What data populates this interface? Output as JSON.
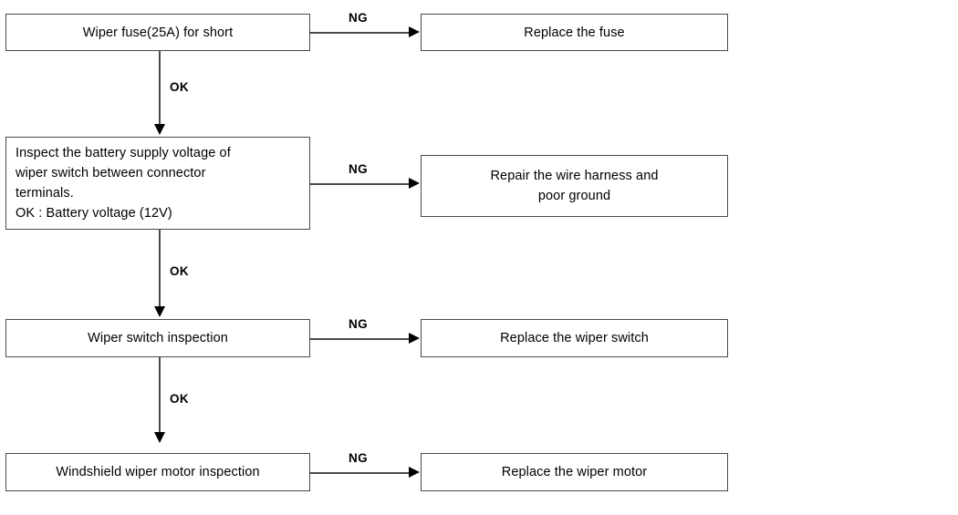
{
  "diagram": {
    "title": "Windshield wiper troubleshooting flowchart",
    "type": "flowchart",
    "background_color": "#ffffff",
    "border_color": "#4a4a4a",
    "text_color": "#000000"
  },
  "nodes": {
    "check_fuse": "Wiper fuse(25A) for short",
    "replace_fuse": "Replace the fuse",
    "check_voltage": "Inspect the battery supply voltage of\nwiper switch between connector\nterminals.\nOK : Battery voltage (12V)",
    "repair_harness": "Repair the wire harness and\npoor ground",
    "check_switch": "Wiper switch inspection",
    "replace_switch": "Replace the wiper switch",
    "check_motor": "Windshield wiper motor inspection",
    "replace_motor": "Replace the wiper motor"
  },
  "edges": {
    "ng_fuse": "NG",
    "ok_fuse": "OK",
    "ng_voltage": "NG",
    "ok_voltage": "OK",
    "ng_switch": "NG",
    "ok_switch": "OK",
    "ng_motor": "NG"
  }
}
